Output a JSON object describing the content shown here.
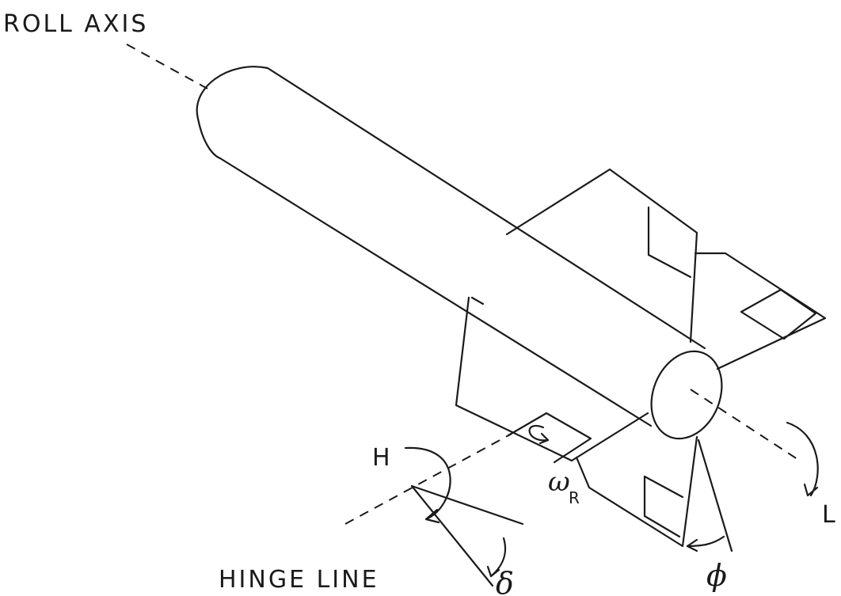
{
  "labels": {
    "roll_axis": "ROLL AXIS",
    "hinge_line": "HINGE LINE",
    "h": "H",
    "l": "L",
    "omega": "ω",
    "omega_sub": "R",
    "delta": "δ",
    "phi": "ϕ"
  },
  "colors": {
    "ink": "#1a1a1a",
    "background": "#ffffff"
  }
}
